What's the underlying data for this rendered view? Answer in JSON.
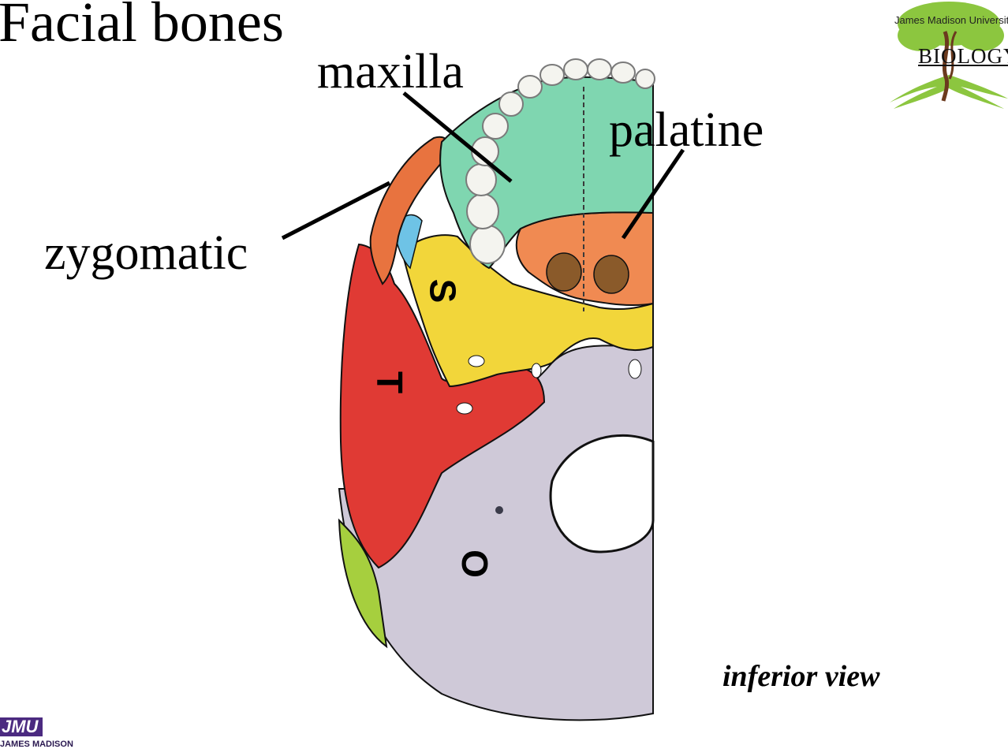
{
  "title": "Facial bones",
  "labels": {
    "maxilla": "maxilla",
    "palatine": "palatine",
    "zygomatic": "zygomatic"
  },
  "bone_markers": {
    "sphenoid": "S",
    "temporal": "T",
    "occipital": "O"
  },
  "caption": "inferior view",
  "logos": {
    "biology_university": "James Madison University",
    "biology_word": "BIOLOGY",
    "jmu_mark": "JMU",
    "jmu_name": "JAMES MADISON"
  },
  "colors": {
    "maxilla": "#7fd6b0",
    "palatine": "#f08a52",
    "zygomatic": "#e8733f",
    "sphenoid": "#f2d63a",
    "temporal": "#e03a34",
    "occipital": "#cfc9d8",
    "parietal": "#a6cf3e",
    "zygomatic_inner": "#6ec3e6",
    "teeth": "#f4f4ef",
    "logo_tree": "#8cc63f",
    "jmu_purple": "#4b2a80"
  }
}
